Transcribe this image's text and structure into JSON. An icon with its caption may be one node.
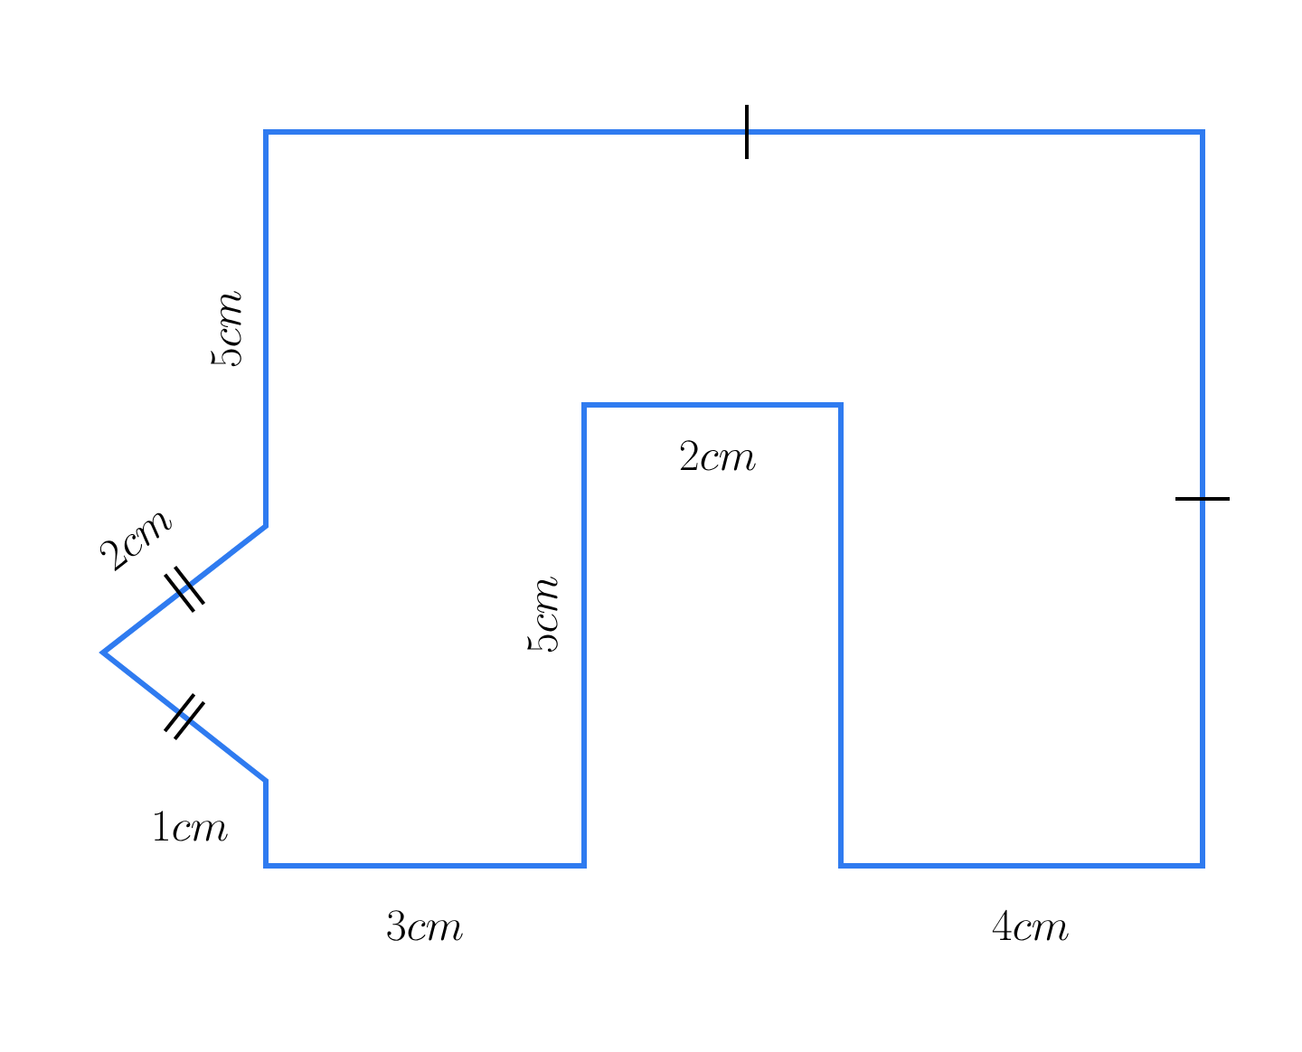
{
  "diagram": {
    "labels": [
      "5cm",
      "2cm",
      "2cm",
      "5cm",
      "1cm",
      "3cm",
      "4cm"
    ]
  }
}
